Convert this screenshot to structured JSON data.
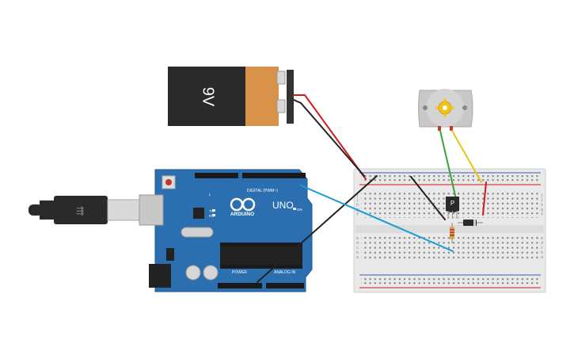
{
  "battery": {
    "label": "9V"
  },
  "arduino": {
    "brand": "ARDUINO",
    "model": "UNO",
    "digital_label": "DIGITAL (PWM~)",
    "power_label": "POWER",
    "analog_label": "ANALOG IN",
    "tx": "TX",
    "rx": "RX",
    "on": "ON",
    "l": "L"
  },
  "transistor": {
    "label": "P"
  },
  "colors": {
    "board": "#2b6fb0",
    "breadboard": "#e9e9e9",
    "battery_body": "#2a2a2a",
    "battery_band": "#d8924a",
    "wire_red": "#d11a1a",
    "wire_black": "#222222",
    "wire_blue": "#1a9ad6",
    "wire_green": "#3aa33a",
    "wire_yellow": "#e6c414",
    "motor_body": "#c8c8c8",
    "motor_gear": "#f2c21a"
  },
  "icons": [
    "usb-cable-icon",
    "gear-icon",
    "diode-icon",
    "resistor-icon"
  ]
}
